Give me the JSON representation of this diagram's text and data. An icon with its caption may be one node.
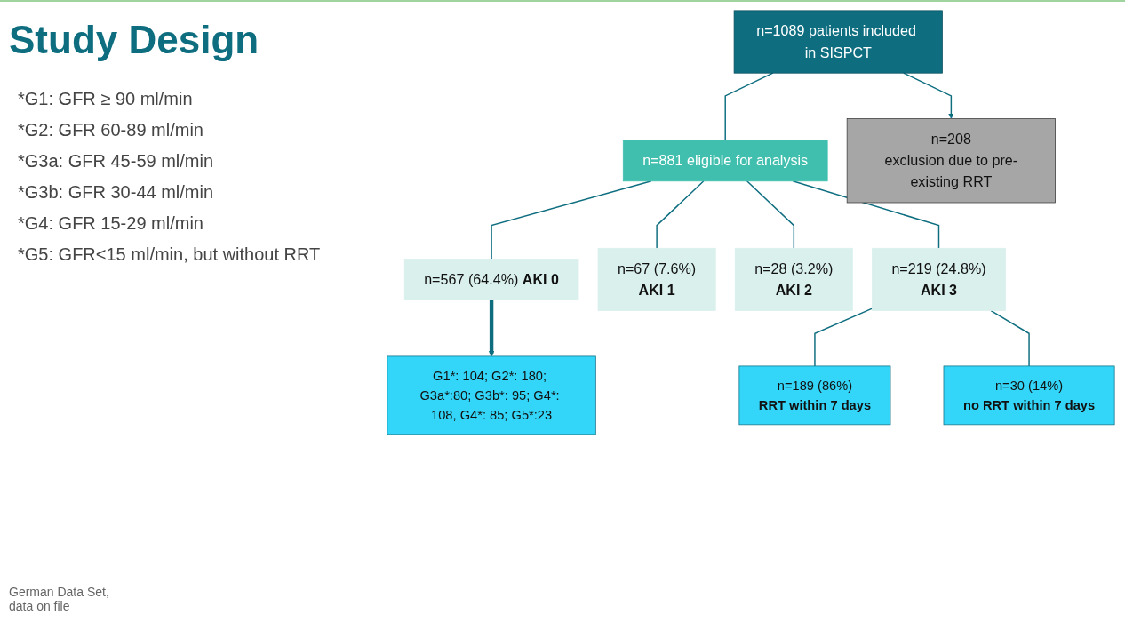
{
  "diagram": {
    "title": "Study Design",
    "nodes": [
      {
        "text": [
          "n=1089 patients included in SISPCT"
        ]
      },
      {
        "text": [
          "n=881 eligible for analysis"
        ]
      },
      {
        "text": [
          "n=208",
          "exclusion due to pre-existing RRT"
        ]
      },
      {
        "text": [
          "n=567 (64.4%) **AKI 0**"
        ]
      },
      {
        "text": [
          "n=67 (7.6%)",
          "AKI 1"
        ]
      },
      {
        "text": [
          "n=28 (3.2%)",
          "AKI 2"
        ]
      },
      {
        "text": [
          "n=219 (24.8%)",
          "AKI 3"
        ]
      },
      {
        "text": [
          "G1*: 104; G2*: 180; G3a*:80; G3b*: 95; G4*: 108, G4*: 85; G5*:23"
        ]
      },
      {
        "text": [
          "n=189 (86%)",
          "RRT within 7 days"
        ]
      },
      {
        "text": [
          "n=30 (14%)",
          "no RRT within 7 days"
        ]
      }
    ],
    "edges": [
      {
        "from": 0,
        "to": 1,
        "arrow": "none"
      },
      {
        "from": 0,
        "to": 2,
        "arrow": "to"
      },
      {
        "from": 1,
        "to": 3,
        "arrow": "none"
      },
      {
        "from": 1,
        "to": 4,
        "arrow": "none"
      },
      {
        "from": 1,
        "to": 5,
        "arrow": "none"
      },
      {
        "from": 1,
        "to": 6,
        "arrow": "none"
      },
      {
        "from": 3,
        "to": 7,
        "arrow": "to",
        "style": "thick"
      },
      {
        "from": 6,
        "to": 8,
        "arrow": "none"
      },
      {
        "from": 6,
        "to": 9,
        "arrow": "none"
      }
    ],
    "labels": [
      "*G1: GFR ≥ 90 ml/min",
      "*G2: GFR 60-89 ml/min",
      "*G3a: GFR 45-59 ml/min",
      "*G3b: GFR 30-44 ml/min",
      "*G4: GFR 15-29 ml/min",
      "*G5: GFR<15 ml/min, but without RRT",
      "German Data Set, data on file"
    ]
  }
}
